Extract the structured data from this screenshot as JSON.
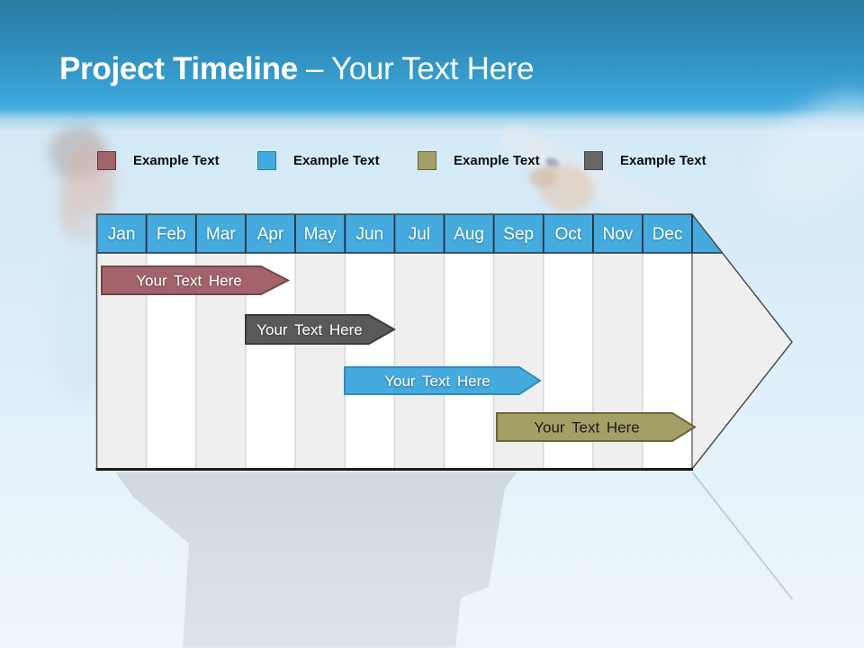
{
  "slide": {
    "title_bold": "Project Timeline",
    "title_light": "– Your Text Here"
  },
  "legend": {
    "items": [
      {
        "label": "Example Text",
        "color": "#a2646a",
        "border_color": "#5f3b3f"
      },
      {
        "label": "Example Text",
        "color": "#45aadd",
        "border_color": "#2a7da6"
      },
      {
        "label": "Example Text",
        "color": "#a49f66",
        "border_color": "#6a6535"
      },
      {
        "label": "Example Text",
        "color": "#666666",
        "border_color": "#454545"
      }
    ]
  },
  "timeline": {
    "months": [
      "Jan",
      "Feb",
      "Mar",
      "Apr",
      "May",
      "Jun",
      "Jul",
      "Aug",
      "Sep",
      "Oct",
      "Nov",
      "Dec"
    ],
    "header_color": "#45aadd",
    "stripe_colors": [
      "#efefef",
      "#ffffff"
    ],
    "bars": [
      {
        "label": "Your Text Here",
        "fill": "#a2646a",
        "stroke": "#71464b",
        "text_color": "#ffffff",
        "start_month": "Jan",
        "end_month": "Apr"
      },
      {
        "label": "Your Text Here",
        "fill": "#595959",
        "stroke": "#3c3c3c",
        "text_color": "#ffffff",
        "start_month": "Apr",
        "end_month": "Jun"
      },
      {
        "label": "Your Text Here",
        "fill": "#45aadd",
        "stroke": "#2d8dbd",
        "text_color": "#ffffff",
        "start_month": "Jun",
        "end_month": "Sep"
      },
      {
        "label": "Your Text Here",
        "fill": "#a49f66",
        "stroke": "#6a6535",
        "text_color": "#1c1c1c",
        "start_month": "Sep",
        "end_month": "Dec"
      }
    ]
  }
}
